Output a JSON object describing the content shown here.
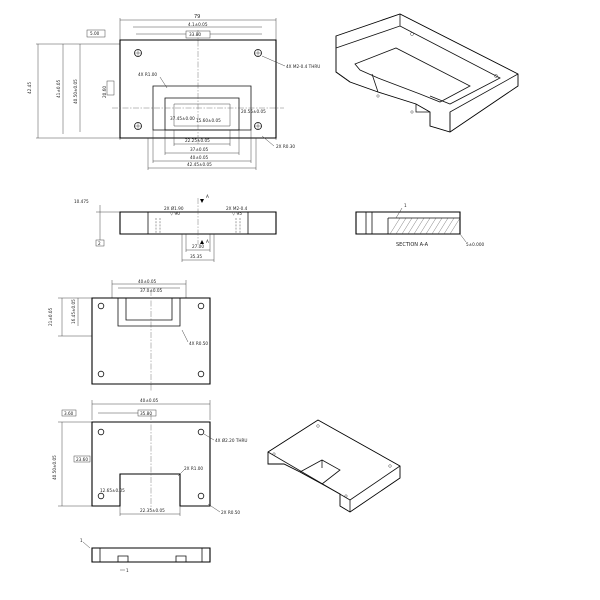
{
  "top_view": {
    "overall_width": "79",
    "upper_inner_width": "4.1±0.05",
    "pocket_width_box": "33.80",
    "left_box": "5.00",
    "height_outer": "42.45",
    "height_a": "41±0.05",
    "height_b": "40.50±0.05",
    "left_mid_box": "20.60",
    "hole_callout": "4X M2-0.4 THRU",
    "fillet_callout": "4X R1.00",
    "inner_dim": "37.45±0.00",
    "inner_dim2": "15.60±0.05",
    "inner_dim3": "20.55±0.05",
    "bottom_dim1": "22.25±0.05",
    "bottom_dim2": "37±0.05",
    "bottom_dim3": "40±0.05",
    "bottom_dim4": "42.45±0.05",
    "radius_callout": "2X R0.30"
  },
  "front_view": {
    "height": "10.475",
    "tolerance_box": "2",
    "hole_left": "2X Ø1.90",
    "hole_left_depth": "▽ 90",
    "hole_right": "2X M2-0.4",
    "hole_right_depth": "▽ 95",
    "section_marker": "A",
    "dim_inner": "27.00",
    "dim_outer": "35.35"
  },
  "section_view": {
    "title": "SECTION A-A",
    "marker": "1",
    "note": "5±0.000"
  },
  "middle_view": {
    "top_dim1": "40±0.05",
    "top_dim2": "37.0±0.05",
    "left_dim1": "21±0.05",
    "left_dim2": "16.45±0.05",
    "radius_callout": "4X R0.50"
  },
  "lower_view": {
    "top_dim": "40±0.05",
    "box_left": "3.60",
    "box_right": "35.80",
    "left_dim": "40.50±0.05",
    "left_box": "23.60",
    "hole_callout": "4X Ø2.20 THRU",
    "notch_dim": "12.65±0.05",
    "notch_callout": "2X R1.00",
    "bottom_dim": "22.35±0.05",
    "radius_callout": "2X R0.50"
  },
  "bottom_view": {
    "marker_a": "1",
    "marker_b": "1"
  }
}
